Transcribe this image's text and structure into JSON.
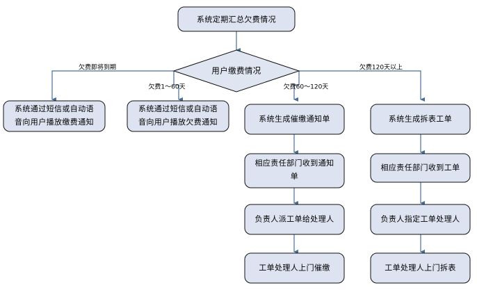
{
  "diagram": {
    "type": "flowchart",
    "title_node": "系统定期汇总欠费情况",
    "decision_node": "用户缴费情况",
    "colors": {
      "node_fill": "#dde3f0",
      "node_stroke": "#111111",
      "edge_stroke": "#4a6f96",
      "background": "#ffffff"
    },
    "edge_labels": {
      "branch1": "欠费即将到期",
      "branch2": "欠费1～60天",
      "branch3": "欠费60～120天",
      "branch4": "欠费120天以上"
    },
    "branches": [
      {
        "id": "branch-1",
        "label": "欠费即将到期",
        "steps": [
          {
            "id": "b1-s1",
            "line1": "系统通过短信或自动语",
            "line2": "音向用户播放缴费通知"
          }
        ]
      },
      {
        "id": "branch-2",
        "label": "欠费1～60天",
        "steps": [
          {
            "id": "b2-s1",
            "line1": "系统通过短信或自动语",
            "line2": "音向用户播放欠费通知"
          }
        ]
      },
      {
        "id": "branch-3",
        "label": "欠费60～120天",
        "steps": [
          {
            "id": "b3-s1",
            "line1": "系统生成催缴通知单",
            "line2": ""
          },
          {
            "id": "b3-s2",
            "line1": "相应责任部门收到通知",
            "line2": "单"
          },
          {
            "id": "b3-s3",
            "line1": "负责人派工单给处理人",
            "line2": ""
          },
          {
            "id": "b3-s4",
            "line1": "工单处理人上门催缴",
            "line2": ""
          }
        ]
      },
      {
        "id": "branch-4",
        "label": "欠费120天以上",
        "steps": [
          {
            "id": "b4-s1",
            "line1": "系统生成拆表工单",
            "line2": ""
          },
          {
            "id": "b4-s2",
            "line1": "相应责任部门收到工单",
            "line2": ""
          },
          {
            "id": "b4-s3",
            "line1": "负责人指定工单处理人",
            "line2": ""
          },
          {
            "id": "b4-s4",
            "line1": "工单处理人上门拆表",
            "line2": ""
          }
        ]
      }
    ]
  }
}
